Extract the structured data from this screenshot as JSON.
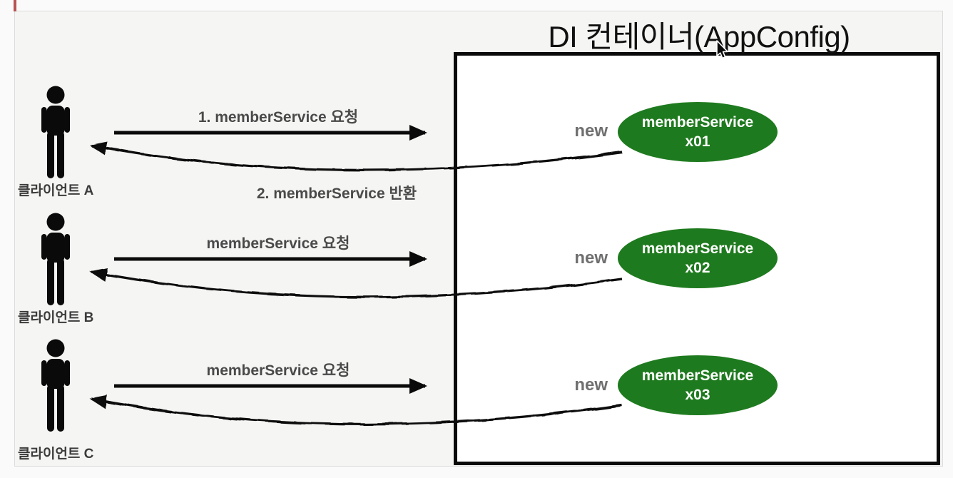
{
  "title": "DI 컨테이너(AppConfig)",
  "rows": [
    {
      "client_label": "클라이언트 A",
      "request_label": "1. memberService 요청",
      "return_label": "2. memberService 반환",
      "new_label": "new",
      "service_name": "memberService",
      "instance_id": "x01"
    },
    {
      "client_label": "클라이언트 B",
      "request_label": "memberService 요청",
      "return_label": "",
      "new_label": "new",
      "service_name": "memberService",
      "instance_id": "x02"
    },
    {
      "client_label": "클라이언트 C",
      "request_label": "memberService 요청",
      "return_label": "",
      "new_label": "new",
      "service_name": "memberService",
      "instance_id": "x03"
    }
  ],
  "colors": {
    "green": "#1e7a1e",
    "ink": "#111111",
    "label_gray": "#4a4a4a",
    "new_gray": "#6f6f6f",
    "client_label_gray": "#3c3c3c",
    "slide_bg": "#f5f5f3",
    "page_bg": "#fafafa",
    "border_gray": "#dcdcdc",
    "caret_red": "#b85252"
  }
}
